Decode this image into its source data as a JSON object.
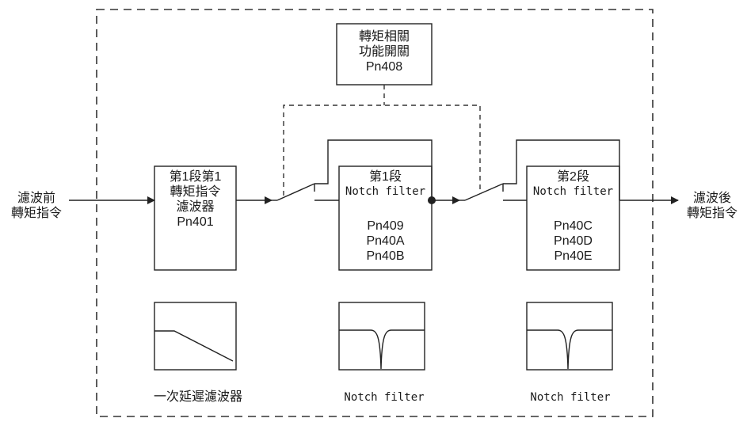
{
  "input_label": [
    "濾波前",
    "轉矩指令"
  ],
  "output_label": [
    "濾波後",
    "轉矩指令"
  ],
  "switch_block": {
    "lines": [
      "轉矩相關",
      "功能開關"
    ],
    "param": "Pn408"
  },
  "filter1": {
    "lines": [
      "第1段第1",
      "轉矩指令",
      "濾波器"
    ],
    "param": "Pn401"
  },
  "notch1": {
    "title": [
      "第1段",
      "Notch filter"
    ],
    "params": [
      "Pn409",
      "Pn40A",
      "Pn40B"
    ]
  },
  "notch2": {
    "title": [
      "第2段",
      "Notch filter"
    ],
    "params": [
      "Pn40C",
      "Pn40D",
      "Pn40E"
    ]
  },
  "captions": {
    "lowpass": "一次延遲濾波器",
    "notch1": "Notch filter",
    "notch2": "Notch filter"
  }
}
